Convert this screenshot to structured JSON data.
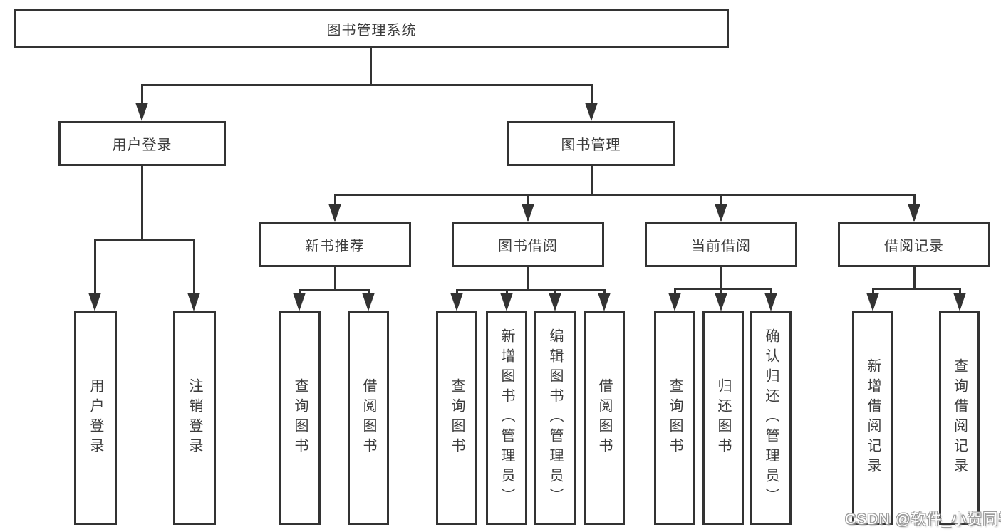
{
  "nodes": {
    "root": {
      "label": "图书管理系统"
    },
    "user_login": {
      "label": "用户登录"
    },
    "book_mgmt": {
      "label": "图书管理"
    },
    "new_book_rec": {
      "label": "新书推荐"
    },
    "book_borrow": {
      "label": "图书借阅"
    },
    "current_borrow": {
      "label": "当前借阅"
    },
    "borrow_records": {
      "label": "借阅记录"
    },
    "leaf_user_login": {
      "label": "用户登录"
    },
    "leaf_logout": {
      "label": "注销登录"
    },
    "leaf_query_books_rec": {
      "label": "查询图书"
    },
    "leaf_borrow_books_rec": {
      "label": "借阅图书"
    },
    "leaf_query_books_borrow": {
      "label": "查询图书"
    },
    "leaf_add_books_admin": {
      "label": "新增图书（管理员）"
    },
    "leaf_edit_books_admin": {
      "label": "编辑图书（管理员）"
    },
    "leaf_borrow_books_borrow": {
      "label": "借阅图书"
    },
    "leaf_query_books_current": {
      "label": "查询图书"
    },
    "leaf_return_books": {
      "label": "归还图书"
    },
    "leaf_confirm_return_admin": {
      "label": "确认归还（管理员）"
    },
    "leaf_add_borrow_record": {
      "label": "新增借阅记录"
    },
    "leaf_query_borrow_record": {
      "label": "查询借阅记录"
    }
  },
  "watermark": {
    "text": "CSDN @软件_小贺同学"
  },
  "colors": {
    "line": "#333333",
    "text": "#3c3c3c",
    "box_fill": "#ffffff",
    "background": "#ffffff",
    "watermark_text": "#ffffff",
    "watermark_outline": "#9a9a9a"
  }
}
